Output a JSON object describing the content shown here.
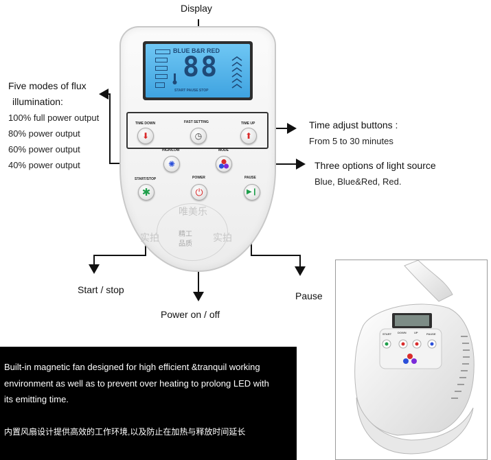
{
  "labels": {
    "display": "Display",
    "flux_title_1": "Five modes of flux",
    "flux_title_2": "illumination:",
    "flux_modes": [
      "100% full power output",
      "80% power output",
      "60% power output",
      "40% power output"
    ],
    "time_adjust": "Time adjust buttons :",
    "time_adjust_sub": "From 5 to 30 minutes",
    "light_source": "Three options of light source",
    "light_source_sub": "Blue, Blue&Red, Red.",
    "start_stop": "Start / stop",
    "power": "Power on / off",
    "pause": "Pause"
  },
  "lcd": {
    "mode_text": "BLUE B&R RED",
    "digits": "88",
    "status": "START PAUSE STOP"
  },
  "panel_buttons": {
    "time_down": "TIME DOWN",
    "fast_setting": "FAST SETTING",
    "time_up": "TIME UP",
    "high_low": "HIGH/LOW",
    "mode": "MODE",
    "start_stop": "START/STOP",
    "power": "POWER",
    "pause": "PAUSE"
  },
  "watermark": {
    "top": "唯美乐",
    "left": "实拍",
    "center_1": "精工",
    "center_2": "品质",
    "right": "实拍"
  },
  "info": {
    "line1": "Built-in magnetic fan designed for high efficient &tranquil working",
    "line2": "environment as well as to prevent over heating to prolong LED with",
    "line3": " its emitting time.",
    "line4": "内置风扇设计提供高效的工作环境,以及防止在加热与释放时间延长"
  },
  "photo_buttons": {
    "start": "START",
    "down": "DOWN",
    "up": "UP",
    "pause": "PAUSE"
  },
  "colors": {
    "lcd_blue": "#4fb2ea",
    "red_button": "#d92b2b",
    "green_button": "#1e9e4a",
    "blue_button": "#2b4fd9"
  }
}
